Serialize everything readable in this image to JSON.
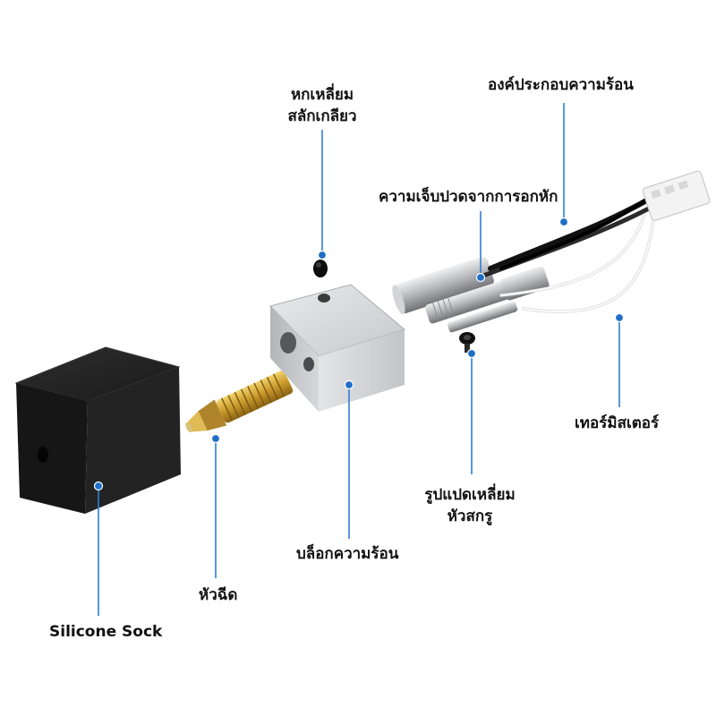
{
  "labels": {
    "set_screw": [
      "หกเหลี่ยม",
      "สลักเกลียว"
    ],
    "heater_assembly": "องค์ประกอบความร้อน",
    "heater_cartridge": "ความเจ็บปวดจากการอกหัก",
    "thermistor": "เทอร์มิสเตอร์",
    "hex_screw": [
      "รูปแปดเหลี่ยม",
      "หัวสกรู"
    ],
    "heat_block": "บล็อกความร้อน",
    "nozzle": "หัวฉีด",
    "silicone_sock": "Silicone Sock"
  },
  "colors": {
    "leader_line": "#2f7fd1",
    "dot": "#1f6fc8",
    "sock": "#1c1c1c",
    "block": "#c9cbce",
    "brass": "#c9a033",
    "steel": "#b8babd",
    "wire_black": "#111111",
    "wire_white": "#f4f4f4",
    "connector": "#f2f2f2"
  }
}
